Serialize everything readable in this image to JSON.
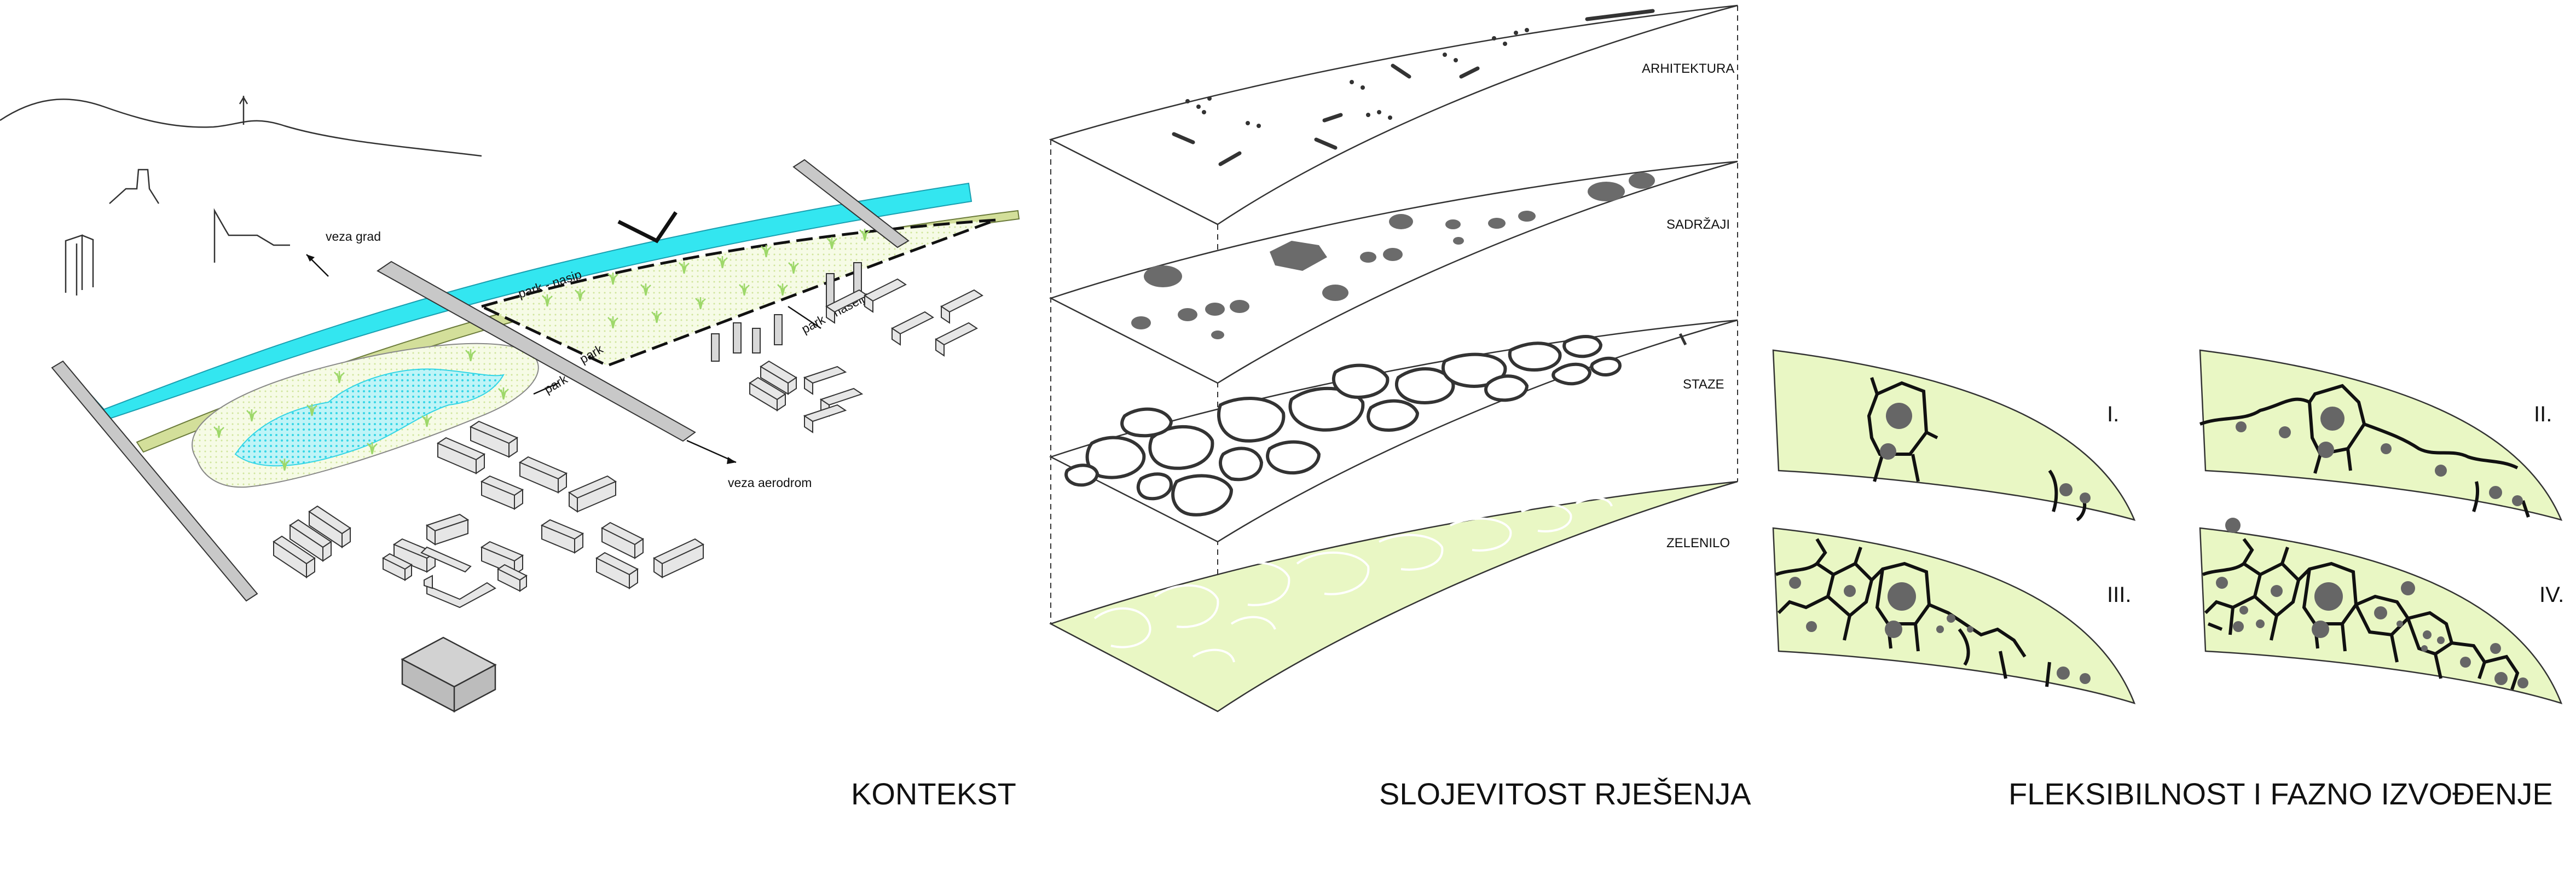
{
  "context": {
    "labels": {
      "veza_grad": "veza grad",
      "park_nasip": "park - nasip",
      "park_naselje": "park - naselje",
      "park_left": "park",
      "park_mid": "park",
      "veza_aerodrom": "veza aerodrom"
    }
  },
  "layers": {
    "labels": [
      "ARHITEKTURA",
      "SADRŽAJI",
      "STAZE",
      "ZELENILO"
    ]
  },
  "phases": {
    "labels": [
      "I.",
      "II.",
      "III.",
      "IV."
    ]
  },
  "captions": [
    "KONTEKST",
    "SLOJEVITOST RJEŠENJA",
    "FLEKSIBILNOST I FAZNO IZVOĐENJE"
  ],
  "colors": {
    "water": "#33e6f0",
    "green_light": "#e9f7c4",
    "green_band": "#d3df9a",
    "road": "#c8c8c8",
    "stone": "#666666",
    "line": "#222222"
  }
}
